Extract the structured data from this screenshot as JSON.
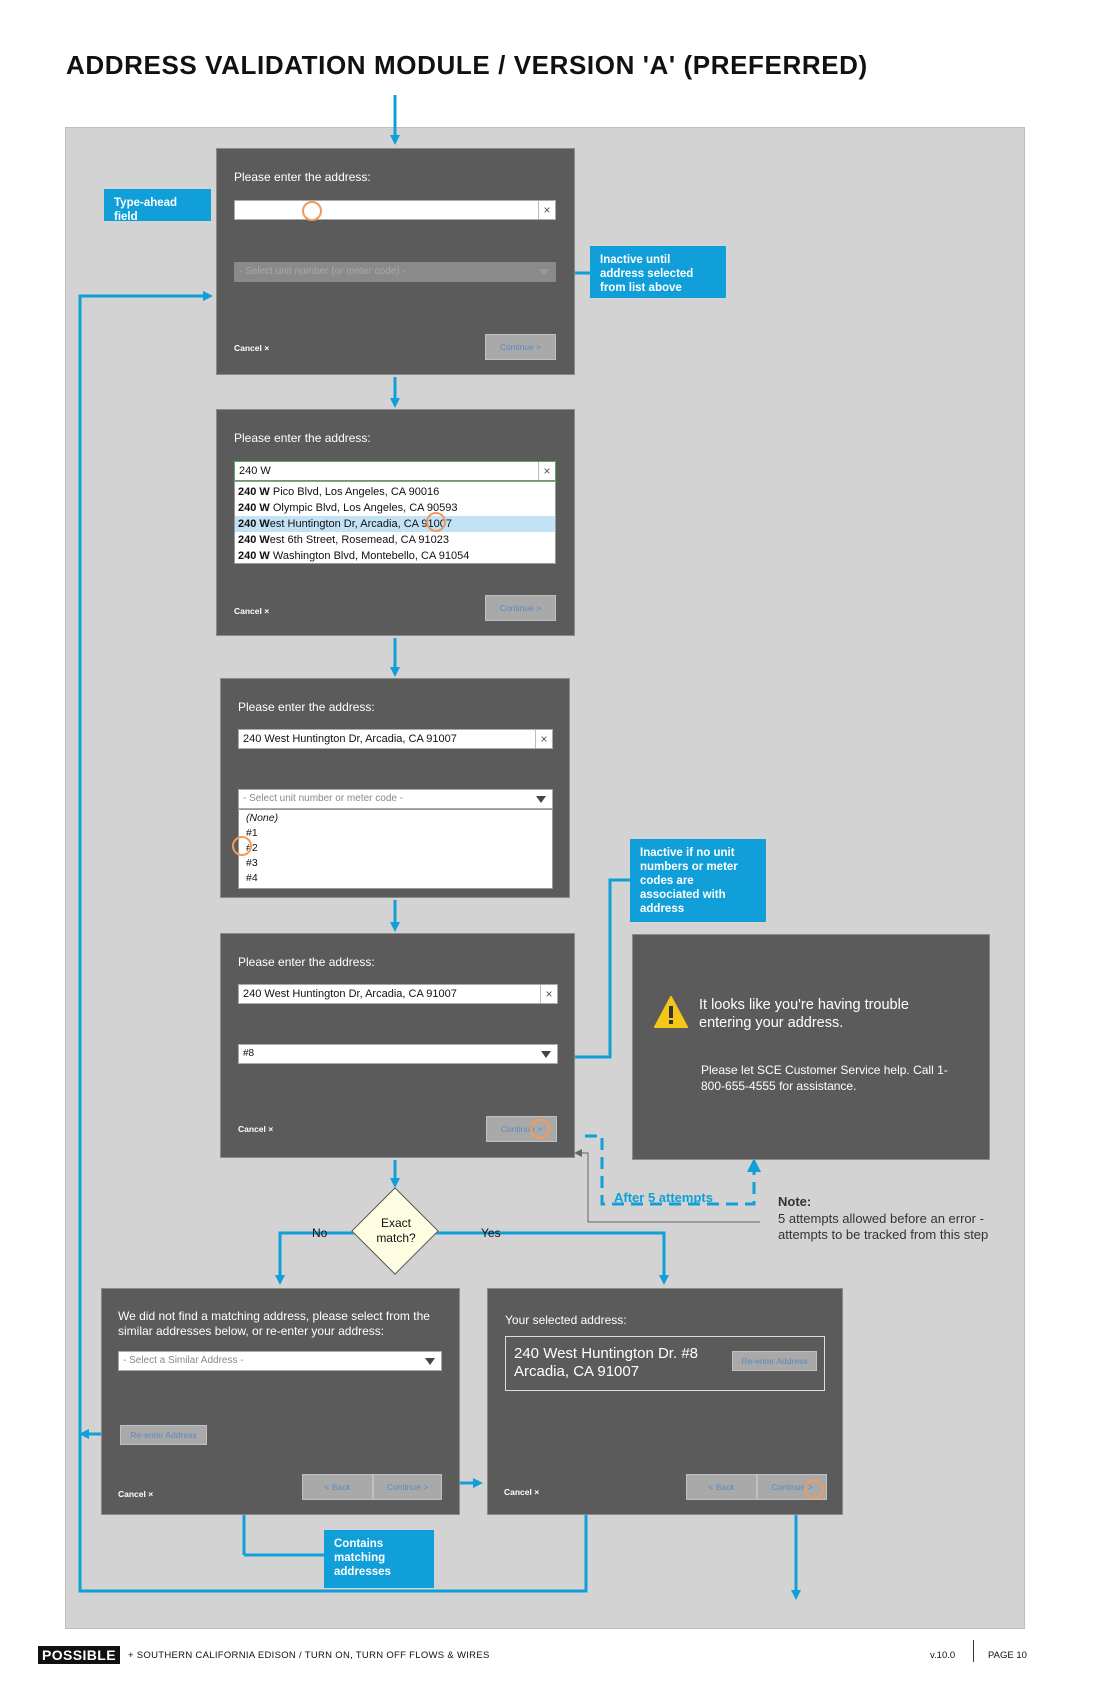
{
  "page": {
    "title": "ADDRESS VALIDATION MODULE / VERSION 'A' (PREFERRED)"
  },
  "colors": {
    "canvas": "#d3d3d3",
    "panel": "#5b5b5b",
    "callout": "#109fd9",
    "cursor": "#f29b5c",
    "warning": "#f5c518"
  },
  "panel1": {
    "title": "Please enter the address:",
    "input_value": "",
    "clear_icon": "×",
    "select_placeholder": "- Select unit number (or meter code) -",
    "cancel": "Cancel ×",
    "continue": "Continue >"
  },
  "panel2": {
    "title": "Please enter the address:",
    "input_value": "240 W",
    "clear_icon": "×",
    "suggestions": [
      {
        "bold": "240 W",
        "rest": " Pico Blvd, Los Angeles, CA  90016"
      },
      {
        "bold": "240 W",
        "rest": " Olympic Blvd, Los Angeles, CA 90593"
      },
      {
        "bold": "240 W",
        "rest": "est Huntington Dr,  Arcadia, CA 91007"
      },
      {
        "bold": "240 W",
        "rest": "est 6th Street, Rosemead, CA 91023"
      },
      {
        "bold": "240 W",
        "rest": " Washington Blvd, Montebello, CA 91054"
      }
    ],
    "cancel": "Cancel ×",
    "continue": "Continue >"
  },
  "panel3": {
    "title": "Please enter the address:",
    "input_value": "240 West Huntington Dr,  Arcadia, CA 91007",
    "clear_icon": "×",
    "select_placeholder": "- Select unit number or meter code -",
    "options": [
      "(None)",
      "#1",
      "#2",
      "#3",
      "#4"
    ]
  },
  "panel4": {
    "title": "Please enter the address:",
    "input_value": "240 West Huntington Dr,  Arcadia, CA 91007",
    "clear_icon": "×",
    "select_value": "#8",
    "cancel": "Cancel ×",
    "continue": "Continue >"
  },
  "error_panel": {
    "icon": "warning-icon",
    "title": "It looks like you're having trouble entering your address.",
    "body": "Please let SCE Customer Service help. Call 1-800-655-4555 for assistance."
  },
  "decision": {
    "question": "Exact match?",
    "no_label": "No",
    "yes_label": "Yes"
  },
  "panel_nomatch": {
    "title": "We did not find a matching address, please select from the similar addresses below, or re-enter your address:",
    "select_placeholder": "- Select a Similar Address -",
    "reenter": "Re-enter Address",
    "cancel": "Cancel ×",
    "back": "< Back",
    "continue": "Continue >"
  },
  "panel_match": {
    "title": "Your selected address:",
    "address_line1": "240 West Huntington Dr. #8",
    "address_line2": "Arcadia, CA 91007",
    "reenter": "Re-enter Address",
    "cancel": "Cancel ×",
    "back": "< Back",
    "continue": "Continue >"
  },
  "callouts": {
    "typeahead": "Type-ahead field",
    "inactive_until": "Inactive until address selected from list above",
    "inactive_if": "Inactive if no unit numbers or meter codes are associated with address",
    "contains": "Contains matching addresses"
  },
  "attempts_label": "After 5 attempts",
  "note": {
    "heading": "Note:",
    "body": "5 attempts allowed before an error - attempts to be tracked from this step"
  },
  "footer": {
    "brand": "POSSIBLE",
    "text": "+ SOUTHERN CALIFORNIA EDISON / TURN ON, TURN OFF FLOWS & WIRES",
    "version": "v.10.0",
    "page": "PAGE 10"
  }
}
